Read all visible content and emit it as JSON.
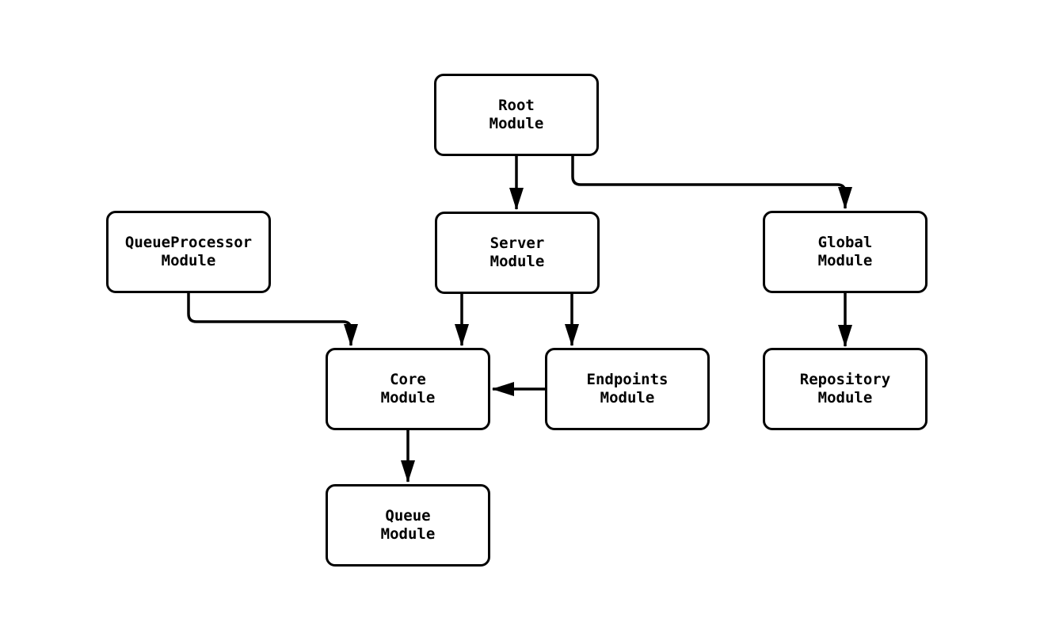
{
  "diagram": {
    "type": "flowchart",
    "colors": {
      "background": "#ffffff",
      "node_fill": "#ffffff",
      "node_border": "#000000",
      "edge_line": "#000000",
      "text": "#000000"
    },
    "nodes": {
      "root": {
        "label": "Root\nModule"
      },
      "queueprocessor": {
        "label": "QueueProcessor\nModule"
      },
      "server": {
        "label": "Server\nModule"
      },
      "global": {
        "label": "Global\nModule"
      },
      "core": {
        "label": "Core\nModule"
      },
      "endpoints": {
        "label": "Endpoints\nModule"
      },
      "repository": {
        "label": "Repository\nModule"
      },
      "queue": {
        "label": "Queue\nModule"
      }
    },
    "edges": [
      {
        "from": "Root Module",
        "to": "Server Module"
      },
      {
        "from": "Root Module",
        "to": "Global Module"
      },
      {
        "from": "QueueProcessor Module",
        "to": "Core Module"
      },
      {
        "from": "Server Module",
        "to": "Core Module"
      },
      {
        "from": "Server Module",
        "to": "Endpoints Module"
      },
      {
        "from": "Endpoints Module",
        "to": "Core Module"
      },
      {
        "from": "Global Module",
        "to": "Repository Module"
      },
      {
        "from": "Core Module",
        "to": "Queue Module"
      }
    ]
  }
}
